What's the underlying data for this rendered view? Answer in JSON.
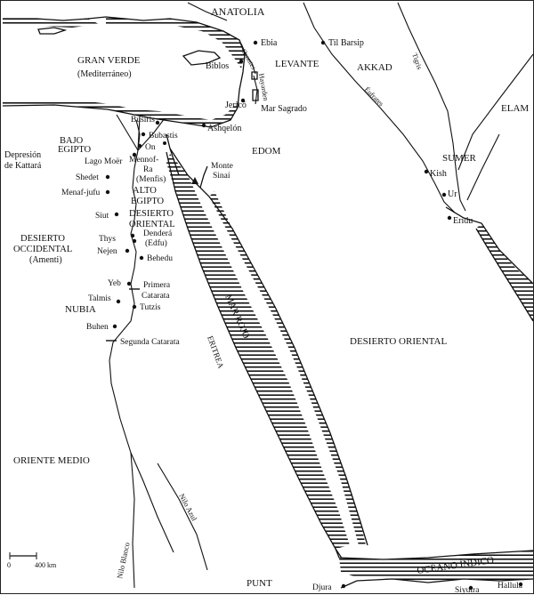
{
  "regions": {
    "anatolia": "ANATOLIA",
    "gran_verde": "GRAN VERDE",
    "mediterraneo": "(Mediterráneo)",
    "levante": "LEVANTE",
    "akkad": "AKKAD",
    "elam": "ELAM",
    "sumer": "SUMER",
    "edom": "EDOM",
    "bajo_egipto_1": "BAJO",
    "bajo_egipto_2": "EGIPTO",
    "alto_egipto_1": "ALTO",
    "alto_egipto_2": "EGIPTO",
    "desierto_oriental_eg_1": "DESIERTO",
    "desierto_oriental_eg_2": "ORIENTAL",
    "desierto_occidental_1": "DESIERTO",
    "desierto_occidental_2": "OCCIDENTAL",
    "amenti": "(Amenti)",
    "depresion_1": "Depresión",
    "depresion_2": "de Kattará",
    "nubia": "NUBIA",
    "desierto_oriental_arabia": "DESIERTO ORIENTAL",
    "oriente_medio": "ORIENTE MEDIO",
    "punt": "PUNT",
    "oceano_indico": "OCÉANO ÍNDICO",
    "mar_rojo": "MAR ROJO",
    "eritrea": "ERITREA"
  },
  "places": {
    "ebla": "Ebia",
    "til_barsip": "Til Barsip",
    "biblos": "Biblos",
    "jerico": "Jericó",
    "mar_sagrado": "Mar Sagrado",
    "ashqelon": "Ashqelón",
    "busiris": "Busiris",
    "bubastis": "Bubastis",
    "on": "On",
    "lago_moer": "Lago Moër",
    "mennof": "Mennof-",
    "ra_menfis": "Ra",
    "menfis": "(Menfis)",
    "shedet": "Shedet",
    "menaf_jufu": "Menaf-jufu",
    "monte_sinai_1": "Monte",
    "monte_sinai_2": "Sinaí",
    "kish": "Kish",
    "ur": "Ur",
    "eridu": "Eridu",
    "siut": "Siut",
    "thys": "Thys",
    "dendera": "Denderá",
    "edfu": "(Edfu)",
    "nejen": "Nejen",
    "behedu": "Behedu",
    "yeb": "Yeb",
    "primera_1": "Primera",
    "primera_2": "Catarata",
    "talmis": "Talmis",
    "tutzis": "Tutzis",
    "buhen": "Buhen",
    "segunda_catarata": "Segunda Catarata",
    "djura": "Djura",
    "siyutra": "Siyutra",
    "hallula": "Hallula"
  },
  "rivers": {
    "orontes": "Orontes",
    "hayarden": "Hayarden",
    "tigris": "Tigris",
    "eufrates": "Éufrates",
    "nilo_azul": "Nilo Azul",
    "nilo_blanco": "Nilo Blanco"
  },
  "scale": {
    "zero": "0",
    "distance": "400 km"
  }
}
